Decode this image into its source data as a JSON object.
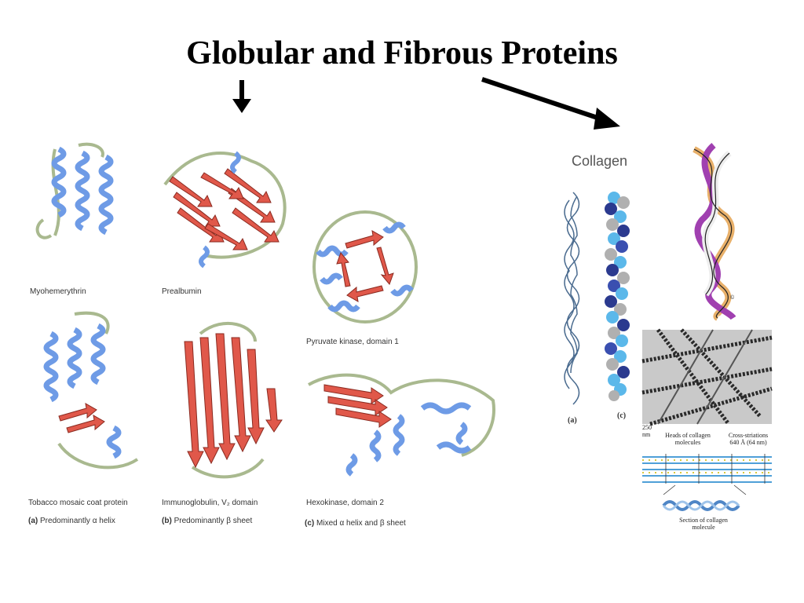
{
  "slide": {
    "title": "Globular and Fibrous Proteins"
  },
  "globular": {
    "structures": [
      {
        "caption": "Myohemerythrin"
      },
      {
        "caption": "Prealbumin"
      },
      {
        "caption": "Pyruvate kinase, domain 1"
      },
      {
        "caption": "Tobacco mosaic coat protein"
      },
      {
        "caption": "Immunoglobulin, V₂ domain"
      },
      {
        "caption": "Hexokinase, domain 2"
      }
    ],
    "classes": [
      {
        "letter": "(a)",
        "text": "Predominantly α helix"
      },
      {
        "letter": "(b)",
        "text": "Predominantly β sheet"
      },
      {
        "letter": "(c)",
        "text": "Mixed α helix and β sheet"
      }
    ]
  },
  "fibrous": {
    "label": "Collagen",
    "panel_a": "(a)",
    "panel_c": "(c)",
    "copyright_mark": "©",
    "micrograph_scale": "250\nnm",
    "diagram": {
      "heads_label": "Heads of collagen\nmolecules",
      "striations_label": "Cross-striations\n640 Å (64 nm)",
      "section_label": "Section of collagen\nmolecule"
    }
  },
  "colors": {
    "helix": "#6e9be6",
    "sheet": "#e0584a",
    "loop": "#a9b98f",
    "arrow": "#000000"
  }
}
